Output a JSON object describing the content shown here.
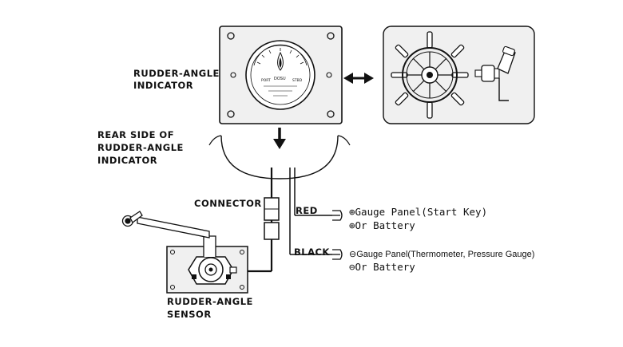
{
  "labels": {
    "indicator_line1": "RUDDER-ANGLE",
    "indicator_line2": "INDICATOR",
    "rear_line1": "REAR SIDE OF",
    "rear_line2": "RUDDER-ANGLE",
    "rear_line3": "INDICATOR",
    "connector": "CONNECTOR",
    "red": "RED",
    "black": "BLACK",
    "sensor_line1": "RUDDER-ANGLE",
    "sensor_line2": "SENSOR"
  },
  "wiring": {
    "red_line1": "⊕Gauge Panel(Start Key)",
    "red_line2": "⊕Or  Battery",
    "black_line1": "⊖Gauge Panel(Thermometer, Pressure Gauge)",
    "black_line2": "⊖Or  Battery"
  },
  "dial": {
    "left_mark": "PORT",
    "right_mark": "STBD",
    "maker": "DOSU"
  },
  "colors": {
    "ink": "#111111",
    "panel_bg": "#f0f0f0",
    "background": "#ffffff"
  }
}
